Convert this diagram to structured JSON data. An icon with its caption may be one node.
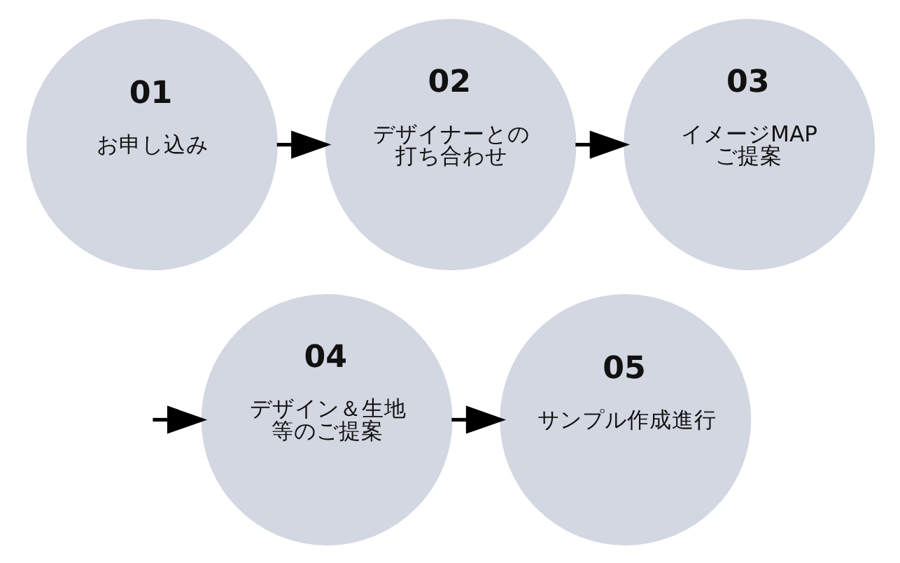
{
  "diagram": {
    "nodes": [
      {
        "text": [
          "01",
          "お申し込み"
        ]
      },
      {
        "text": [
          "02",
          "デザイナーとの打ち合わせ"
        ]
      },
      {
        "text": [
          "03",
          "イメージMAPご提案"
        ]
      },
      {
        "text": [
          "04",
          "デザイン＆生地等のご提案"
        ]
      },
      {
        "text": [
          "05",
          "サンプル作成進行"
        ]
      }
    ],
    "edges": [
      {
        "from": 0,
        "to": 1,
        "arrow": "to"
      },
      {
        "from": 1,
        "to": 2,
        "arrow": "to"
      },
      {
        "from": null,
        "to": 3,
        "arrow": "to"
      },
      {
        "from": 3,
        "to": 4,
        "arrow": "to"
      }
    ]
  }
}
